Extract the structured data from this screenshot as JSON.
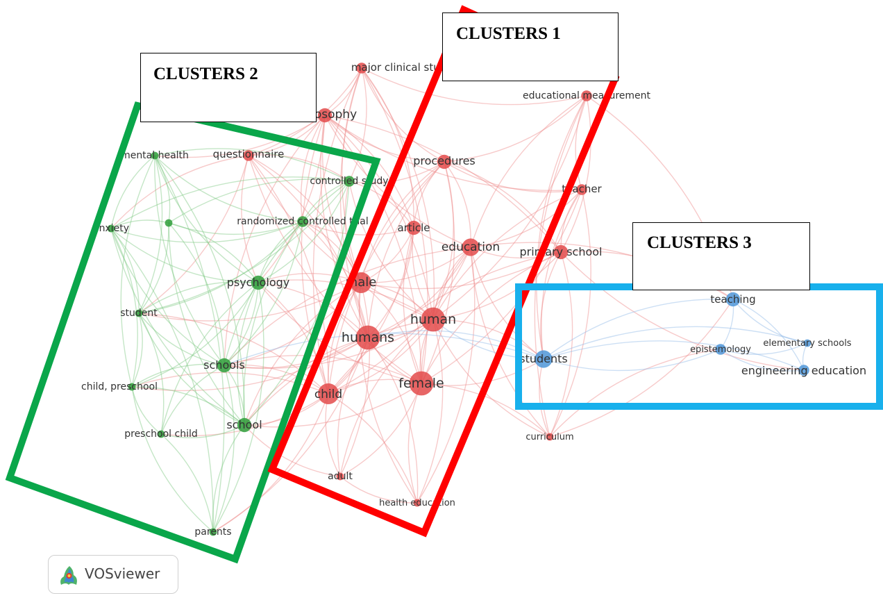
{
  "colors": {
    "cluster1": "#e34b4b",
    "cluster2": "#2f9e3a",
    "cluster3": "#4f96d8",
    "edge1": "#ee8a8a",
    "edge2": "#7cc780",
    "edge3": "#8fb9e6",
    "frame1": "#ff0000",
    "frame2": "#0aa64a",
    "frame3": "#18b0ec"
  },
  "clusters": {
    "c1": {
      "title": "CLUSTERS 1"
    },
    "c2": {
      "title": "CLUSTERS 2"
    },
    "c3": {
      "title": "CLUSTERS 3"
    }
  },
  "brand": {
    "name": "VOSviewer",
    "icon": "vosviewer-logo-icon"
  },
  "network": {
    "nodes": [
      {
        "id": "major-clinical-study",
        "label": "major clinical study",
        "cluster": 1,
        "weight": 2
      },
      {
        "id": "philosophy",
        "label": "philosophy",
        "cluster": 1,
        "weight": 3
      },
      {
        "id": "educational-measurement",
        "label": "educational measurement",
        "cluster": 1,
        "weight": 2
      },
      {
        "id": "questionnaire",
        "label": "questionnaire",
        "cluster": 1,
        "weight": 2
      },
      {
        "id": "procedures",
        "label": "procedures",
        "cluster": 1,
        "weight": 3
      },
      {
        "id": "teacher",
        "label": "teacher",
        "cluster": 1,
        "weight": 2
      },
      {
        "id": "article",
        "label": "article",
        "cluster": 1,
        "weight": 3
      },
      {
        "id": "education",
        "label": "education",
        "cluster": 1,
        "weight": 4
      },
      {
        "id": "primary-school",
        "label": "primary school",
        "cluster": 1,
        "weight": 3
      },
      {
        "id": "male",
        "label": "male",
        "cluster": 1,
        "weight": 5
      },
      {
        "id": "human",
        "label": "human",
        "cluster": 1,
        "weight": 6
      },
      {
        "id": "humans",
        "label": "humans",
        "cluster": 1,
        "weight": 6
      },
      {
        "id": "female",
        "label": "female",
        "cluster": 1,
        "weight": 6
      },
      {
        "id": "child",
        "label": "child",
        "cluster": 1,
        "weight": 5
      },
      {
        "id": "curriculum",
        "label": "curriculum",
        "cluster": 1,
        "weight": 1
      },
      {
        "id": "adult",
        "label": "adult",
        "cluster": 1,
        "weight": 1
      },
      {
        "id": "health-education",
        "label": "health education",
        "cluster": 1,
        "weight": 1
      },
      {
        "id": "mental-health",
        "label": "mental health",
        "cluster": 2,
        "weight": 1
      },
      {
        "id": "controlled-study",
        "label": "controlled study",
        "cluster": 2,
        "weight": 2
      },
      {
        "id": "anxiety",
        "label": "anxiety",
        "cluster": 2,
        "weight": 1
      },
      {
        "id": "unlabeled-green",
        "label": "",
        "cluster": 2,
        "weight": 1
      },
      {
        "id": "randomized-controlled-trial",
        "label": "randomized controlled trial",
        "cluster": 2,
        "weight": 2
      },
      {
        "id": "psychology",
        "label": "psychology",
        "cluster": 2,
        "weight": 3
      },
      {
        "id": "student",
        "label": "student",
        "cluster": 2,
        "weight": 1
      },
      {
        "id": "schools",
        "label": "schools",
        "cluster": 2,
        "weight": 3
      },
      {
        "id": "child-preschool",
        "label": "child, preschool",
        "cluster": 2,
        "weight": 1
      },
      {
        "id": "school",
        "label": "school",
        "cluster": 2,
        "weight": 3
      },
      {
        "id": "preschool-child",
        "label": "preschool child",
        "cluster": 2,
        "weight": 1
      },
      {
        "id": "parents",
        "label": "parents",
        "cluster": 2,
        "weight": 1
      },
      {
        "id": "teaching",
        "label": "teaching",
        "cluster": 3,
        "weight": 3
      },
      {
        "id": "elementary-schools",
        "label": "elementary schools",
        "cluster": 3,
        "weight": 1
      },
      {
        "id": "epistemology",
        "label": "epistemology",
        "cluster": 3,
        "weight": 2
      },
      {
        "id": "students",
        "label": "students",
        "cluster": 3,
        "weight": 4
      },
      {
        "id": "engineering-education",
        "label": "engineering education",
        "cluster": 3,
        "weight": 2
      }
    ],
    "edges": [
      [
        "major-clinical-study",
        "philosophy"
      ],
      [
        "major-clinical-study",
        "procedures"
      ],
      [
        "major-clinical-study",
        "questionnaire"
      ],
      [
        "major-clinical-study",
        "male"
      ],
      [
        "major-clinical-study",
        "human"
      ],
      [
        "major-clinical-study",
        "humans"
      ],
      [
        "major-clinical-study",
        "female"
      ],
      [
        "major-clinical-study",
        "child"
      ],
      [
        "major-clinical-study",
        "article"
      ],
      [
        "major-clinical-study",
        "educational-measurement"
      ],
      [
        "major-clinical-study",
        "controlled-study"
      ],
      [
        "philosophy",
        "procedures"
      ],
      [
        "philosophy",
        "questionnaire"
      ],
      [
        "philosophy",
        "male"
      ],
      [
        "philosophy",
        "human"
      ],
      [
        "philosophy",
        "humans"
      ],
      [
        "philosophy",
        "female"
      ],
      [
        "philosophy",
        "child"
      ],
      [
        "philosophy",
        "article"
      ],
      [
        "philosophy",
        "education"
      ],
      [
        "philosophy",
        "psychology"
      ],
      [
        "philosophy",
        "randomized-controlled-trial"
      ],
      [
        "philosophy",
        "mental-health"
      ],
      [
        "philosophy",
        "schools"
      ],
      [
        "philosophy",
        "primary-school"
      ],
      [
        "philosophy",
        "teacher"
      ],
      [
        "educational-measurement",
        "procedures"
      ],
      [
        "educational-measurement",
        "teacher"
      ],
      [
        "educational-measurement",
        "primary-school"
      ],
      [
        "educational-measurement",
        "education"
      ],
      [
        "educational-measurement",
        "human"
      ],
      [
        "educational-measurement",
        "students"
      ],
      [
        "educational-measurement",
        "teaching"
      ],
      [
        "educational-measurement",
        "curriculum"
      ],
      [
        "questionnaire",
        "male"
      ],
      [
        "questionnaire",
        "human"
      ],
      [
        "questionnaire",
        "humans"
      ],
      [
        "questionnaire",
        "female"
      ],
      [
        "questionnaire",
        "child"
      ],
      [
        "questionnaire",
        "psychology"
      ],
      [
        "questionnaire",
        "controlled-study"
      ],
      [
        "questionnaire",
        "anxiety"
      ],
      [
        "questionnaire",
        "student"
      ],
      [
        "procedures",
        "article"
      ],
      [
        "procedures",
        "education"
      ],
      [
        "procedures",
        "male"
      ],
      [
        "procedures",
        "human"
      ],
      [
        "procedures",
        "humans"
      ],
      [
        "procedures",
        "female"
      ],
      [
        "procedures",
        "child"
      ],
      [
        "procedures",
        "primary-school"
      ],
      [
        "procedures",
        "teacher"
      ],
      [
        "procedures",
        "controlled-study"
      ],
      [
        "teacher",
        "primary-school"
      ],
      [
        "teacher",
        "education"
      ],
      [
        "teacher",
        "human"
      ],
      [
        "teacher",
        "female"
      ],
      [
        "teacher",
        "students"
      ],
      [
        "teacher",
        "curriculum"
      ],
      [
        "article",
        "education"
      ],
      [
        "article",
        "male"
      ],
      [
        "article",
        "human"
      ],
      [
        "article",
        "humans"
      ],
      [
        "article",
        "female"
      ],
      [
        "article",
        "child"
      ],
      [
        "article",
        "controlled-study"
      ],
      [
        "article",
        "randomized-controlled-trial"
      ],
      [
        "education",
        "primary-school"
      ],
      [
        "education",
        "male"
      ],
      [
        "education",
        "human"
      ],
      [
        "education",
        "humans"
      ],
      [
        "education",
        "female"
      ],
      [
        "education",
        "child"
      ],
      [
        "education",
        "students"
      ],
      [
        "education",
        "teaching"
      ],
      [
        "education",
        "curriculum"
      ],
      [
        "education",
        "health-education"
      ],
      [
        "education",
        "schools"
      ],
      [
        "primary-school",
        "human"
      ],
      [
        "primary-school",
        "female"
      ],
      [
        "primary-school",
        "male"
      ],
      [
        "primary-school",
        "students"
      ],
      [
        "primary-school",
        "teaching"
      ],
      [
        "primary-school",
        "child"
      ],
      [
        "primary-school",
        "curriculum"
      ],
      [
        "primary-school",
        "engineering-education"
      ],
      [
        "male",
        "human"
      ],
      [
        "male",
        "humans"
      ],
      [
        "male",
        "female"
      ],
      [
        "male",
        "child"
      ],
      [
        "male",
        "adult"
      ],
      [
        "male",
        "psychology"
      ],
      [
        "male",
        "schools"
      ],
      [
        "male",
        "school"
      ],
      [
        "male",
        "controlled-study"
      ],
      [
        "male",
        "randomized-controlled-trial"
      ],
      [
        "male",
        "student"
      ],
      [
        "male",
        "health-education"
      ],
      [
        "human",
        "humans"
      ],
      [
        "human",
        "female"
      ],
      [
        "human",
        "child"
      ],
      [
        "human",
        "adult"
      ],
      [
        "human",
        "health-education"
      ],
      [
        "human",
        "psychology"
      ],
      [
        "human",
        "schools"
      ],
      [
        "human",
        "school"
      ],
      [
        "human",
        "students"
      ],
      [
        "human",
        "curriculum"
      ],
      [
        "human",
        "controlled-study"
      ],
      [
        "humans",
        "female"
      ],
      [
        "humans",
        "child"
      ],
      [
        "humans",
        "adult"
      ],
      [
        "humans",
        "health-education"
      ],
      [
        "humans",
        "psychology"
      ],
      [
        "humans",
        "schools"
      ],
      [
        "humans",
        "school"
      ],
      [
        "humans",
        "child-preschool"
      ],
      [
        "humans",
        "randomized-controlled-trial"
      ],
      [
        "humans",
        "parents"
      ],
      [
        "female",
        "child"
      ],
      [
        "female",
        "adult"
      ],
      [
        "female",
        "health-education"
      ],
      [
        "female",
        "psychology"
      ],
      [
        "female",
        "schools"
      ],
      [
        "female",
        "school"
      ],
      [
        "female",
        "students"
      ],
      [
        "female",
        "curriculum"
      ],
      [
        "child",
        "adult"
      ],
      [
        "child",
        "health-education"
      ],
      [
        "child",
        "schools"
      ],
      [
        "child",
        "school"
      ],
      [
        "child",
        "psychology"
      ],
      [
        "child",
        "preschool-child"
      ],
      [
        "child",
        "child-preschool"
      ],
      [
        "child",
        "parents"
      ],
      [
        "child",
        "student"
      ],
      [
        "curriculum",
        "students"
      ],
      [
        "curriculum",
        "teaching"
      ],
      [
        "curriculum",
        "epistemology"
      ],
      [
        "adult",
        "health-education"
      ],
      [
        "adult",
        "school"
      ],
      [
        "mental-health",
        "anxiety"
      ],
      [
        "mental-health",
        "unlabeled-green"
      ],
      [
        "mental-health",
        "psychology"
      ],
      [
        "mental-health",
        "student"
      ],
      [
        "mental-health",
        "schools"
      ],
      [
        "mental-health",
        "school"
      ],
      [
        "mental-health",
        "child-preschool"
      ],
      [
        "mental-health",
        "controlled-study"
      ],
      [
        "mental-health",
        "randomized-controlled-trial"
      ],
      [
        "mental-health",
        "parents"
      ],
      [
        "controlled-study",
        "randomized-controlled-trial"
      ],
      [
        "controlled-study",
        "psychology"
      ],
      [
        "controlled-study",
        "schools"
      ],
      [
        "controlled-study",
        "school"
      ],
      [
        "controlled-study",
        "unlabeled-green"
      ],
      [
        "controlled-study",
        "student"
      ],
      [
        "controlled-study",
        "anxiety"
      ],
      [
        "anxiety",
        "unlabeled-green"
      ],
      [
        "anxiety",
        "psychology"
      ],
      [
        "anxiety",
        "student"
      ],
      [
        "anxiety",
        "schools"
      ],
      [
        "anxiety",
        "child-preschool"
      ],
      [
        "anxiety",
        "school"
      ],
      [
        "anxiety",
        "parents"
      ],
      [
        "anxiety",
        "randomized-controlled-trial"
      ],
      [
        "unlabeled-green",
        "psychology"
      ],
      [
        "unlabeled-green",
        "randomized-controlled-trial"
      ],
      [
        "unlabeled-green",
        "schools"
      ],
      [
        "unlabeled-green",
        "school"
      ],
      [
        "unlabeled-green",
        "student"
      ],
      [
        "randomized-controlled-trial",
        "psychology"
      ],
      [
        "randomized-controlled-trial",
        "schools"
      ],
      [
        "randomized-controlled-trial",
        "school"
      ],
      [
        "randomized-controlled-trial",
        "student"
      ],
      [
        "psychology",
        "student"
      ],
      [
        "psychology",
        "schools"
      ],
      [
        "psychology",
        "school"
      ],
      [
        "psychology",
        "child-preschool"
      ],
      [
        "psychology",
        "preschool-child"
      ],
      [
        "psychology",
        "parents"
      ],
      [
        "student",
        "schools"
      ],
      [
        "student",
        "child-preschool"
      ],
      [
        "student",
        "school"
      ],
      [
        "student",
        "preschool-child"
      ],
      [
        "schools",
        "child-preschool"
      ],
      [
        "schools",
        "school"
      ],
      [
        "schools",
        "preschool-child"
      ],
      [
        "schools",
        "parents"
      ],
      [
        "child-preschool",
        "preschool-child"
      ],
      [
        "child-preschool",
        "school"
      ],
      [
        "child-preschool",
        "parents"
      ],
      [
        "school",
        "preschool-child"
      ],
      [
        "school",
        "parents"
      ],
      [
        "preschool-child",
        "parents"
      ],
      [
        "teaching",
        "students"
      ],
      [
        "teaching",
        "epistemology"
      ],
      [
        "teaching",
        "elementary-schools"
      ],
      [
        "teaching",
        "engineering-education"
      ],
      [
        "elementary-schools",
        "students"
      ],
      [
        "elementary-schools",
        "epistemology"
      ],
      [
        "elementary-schools",
        "engineering-education"
      ],
      [
        "epistemology",
        "students"
      ],
      [
        "epistemology",
        "engineering-education"
      ],
      [
        "students",
        "engineering-education"
      ],
      [
        "students",
        "schools"
      ],
      [
        "students",
        "human"
      ],
      [
        "students",
        "humans"
      ]
    ]
  }
}
